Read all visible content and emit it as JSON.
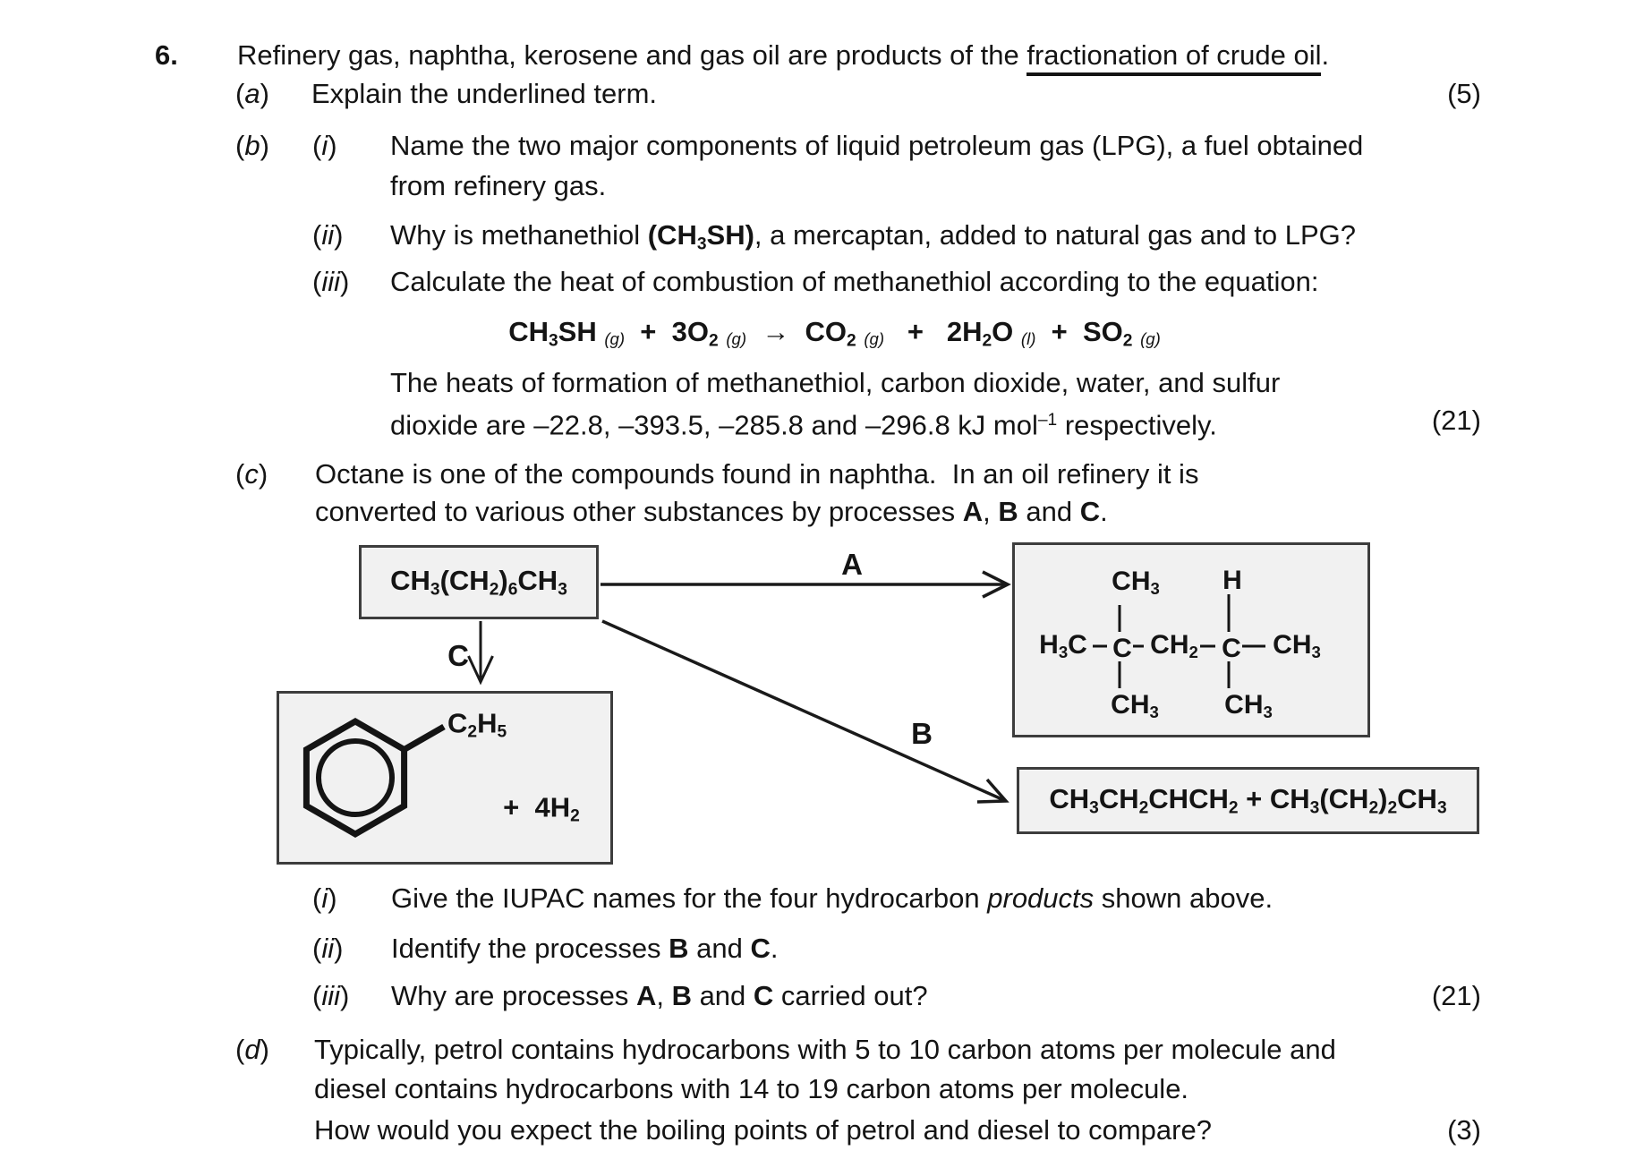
{
  "page": {
    "background": "#ffffff",
    "ink": "#141414",
    "box_fill": "#f1f1f1",
    "box_border": "#3d3d3d"
  },
  "question": {
    "number": "6.",
    "intro": [
      {
        "t": "Refinery gas, naphtha, kerosene and gas oil are products of the "
      },
      {
        "t": "fractionation of crude oil",
        "c": "u"
      },
      {
        "t": "."
      }
    ],
    "a": {
      "label": [
        {
          "t": "("
        },
        {
          "t": "a",
          "c": "i"
        },
        {
          "t": ")"
        }
      ],
      "text": [
        {
          "t": "Explain the underlined term."
        }
      ],
      "marks": "(5)"
    },
    "b": {
      "label": [
        {
          "t": "("
        },
        {
          "t": "b",
          "c": "i"
        },
        {
          "t": ")"
        }
      ],
      "i": {
        "label": [
          {
            "t": "("
          },
          {
            "t": "i",
            "c": "i"
          },
          {
            "t": ")"
          }
        ],
        "line1": [
          {
            "t": "Name the two major components of liquid petroleum gas (LPG), a fuel obtained"
          }
        ],
        "line2": [
          {
            "t": "from refinery gas."
          }
        ]
      },
      "ii": {
        "label": [
          {
            "t": "("
          },
          {
            "t": "ii",
            "c": "i"
          },
          {
            "t": ")"
          }
        ],
        "text": [
          {
            "t": "Why is methanethiol "
          },
          {
            "t": "(CH",
            "c": "b"
          },
          {
            "t": "3",
            "c": "b sub"
          },
          {
            "t": "SH)",
            "c": "b"
          },
          {
            "t": ", a mercaptan, added to natural gas and to LPG?"
          }
        ]
      },
      "iii": {
        "label": [
          {
            "t": "("
          },
          {
            "t": "iii",
            "c": "i"
          },
          {
            "t": ")"
          }
        ],
        "text": [
          {
            "t": "Calculate the heat of combustion of methanethiol according to the equation:"
          }
        ]
      },
      "equation": [
        {
          "t": "CH",
          "c": "b"
        },
        {
          "t": "3",
          "c": "b sub"
        },
        {
          "t": "SH ",
          "c": "b"
        },
        {
          "t": "(g)",
          "c": "st"
        },
        {
          "t": "  +  ",
          "c": "b"
        },
        {
          "t": "3O",
          "c": "b"
        },
        {
          "t": "2",
          "c": "b sub"
        },
        {
          "t": " "
        },
        {
          "t": "(g)",
          "c": "st"
        },
        {
          "t": "  →  ",
          "c": "b"
        },
        {
          "t": "CO",
          "c": "b"
        },
        {
          "t": "2",
          "c": "b sub"
        },
        {
          "t": " "
        },
        {
          "t": "(g)",
          "c": "st"
        },
        {
          "t": "   +   ",
          "c": "b"
        },
        {
          "t": "2H",
          "c": "b"
        },
        {
          "t": "2",
          "c": "b sub"
        },
        {
          "t": "O ",
          "c": "b"
        },
        {
          "t": "(l)",
          "c": "st"
        },
        {
          "t": "  +  ",
          "c": "b"
        },
        {
          "t": "SO",
          "c": "b"
        },
        {
          "t": "2",
          "c": "b sub"
        },
        {
          "t": " "
        },
        {
          "t": "(g)",
          "c": "st"
        }
      ],
      "heats1": [
        {
          "t": "The heats of formation of methanethiol, carbon dioxide, water, and sulfur"
        }
      ],
      "heats2": [
        {
          "t": "dioxide are –22.8, –393.5, –285.8 and –296.8 kJ mol"
        },
        {
          "t": "–1",
          "c": "sup"
        },
        {
          "t": " respectively."
        }
      ],
      "marks": "(21)"
    },
    "c": {
      "label": [
        {
          "t": "("
        },
        {
          "t": "c",
          "c": "i"
        },
        {
          "t": ")"
        }
      ],
      "line1": [
        {
          "t": "Octane is one of the compounds found in naphtha.  In an oil refinery it is"
        }
      ],
      "line2": [
        {
          "t": "converted to various other substances by processes "
        },
        {
          "t": "A",
          "c": "b"
        },
        {
          "t": ", "
        },
        {
          "t": "B",
          "c": "b"
        },
        {
          "t": " and "
        },
        {
          "t": "C",
          "c": "b"
        },
        {
          "t": "."
        }
      ],
      "i": {
        "label": [
          {
            "t": "("
          },
          {
            "t": "i",
            "c": "i"
          },
          {
            "t": ")"
          }
        ],
        "text": [
          {
            "t": "Give the IUPAC names for the four hydrocarbon "
          },
          {
            "t": "products",
            "c": "i"
          },
          {
            "t": " shown above."
          }
        ]
      },
      "ii": {
        "label": [
          {
            "t": "("
          },
          {
            "t": "ii",
            "c": "i"
          },
          {
            "t": ")"
          }
        ],
        "text": [
          {
            "t": "Identify the processes "
          },
          {
            "t": "B",
            "c": "b"
          },
          {
            "t": " and "
          },
          {
            "t": "C",
            "c": "b"
          },
          {
            "t": "."
          }
        ]
      },
      "iii": {
        "label": [
          {
            "t": "("
          },
          {
            "t": "iii",
            "c": "i"
          },
          {
            "t": ")"
          }
        ],
        "text": [
          {
            "t": "Why are processes "
          },
          {
            "t": "A",
            "c": "b"
          },
          {
            "t": ", "
          },
          {
            "t": "B",
            "c": "b"
          },
          {
            "t": " and "
          },
          {
            "t": "C",
            "c": "b"
          },
          {
            "t": " carried out?"
          }
        ],
        "marks": "(21)"
      }
    },
    "d": {
      "label": [
        {
          "t": "("
        },
        {
          "t": "d",
          "c": "i"
        },
        {
          "t": ")"
        }
      ],
      "line1": [
        {
          "t": "Typically, petrol contains hydrocarbons with 5 to 10 carbon atoms per molecule and"
        }
      ],
      "line2": [
        {
          "t": "diesel contains hydrocarbons with 14 to 19 carbon atoms per molecule."
        }
      ],
      "line3": [
        {
          "t": "How would you expect the boiling points of petrol and diesel to compare?"
        }
      ],
      "marks": "(3)"
    }
  },
  "diagram": {
    "octane_formula": [
      {
        "t": "CH"
      },
      {
        "t": "3",
        "c": "sub"
      },
      {
        "t": "(CH"
      },
      {
        "t": "2",
        "c": "sub"
      },
      {
        "t": ")"
      },
      {
        "t": "6",
        "c": "sub"
      },
      {
        "t": "CH"
      },
      {
        "t": "3",
        "c": "sub"
      }
    ],
    "processes": {
      "a": "A",
      "b": "B",
      "c": "C"
    },
    "iso_structure": {
      "h3c": [
        {
          "t": "H"
        },
        {
          "t": "3",
          "c": "sub"
        },
        {
          "t": "C"
        }
      ],
      "c": [
        {
          "t": "C"
        }
      ],
      "ch2": [
        {
          "t": "CH"
        },
        {
          "t": "2",
          "c": "sub"
        }
      ],
      "ch3": [
        {
          "t": "CH"
        },
        {
          "t": "3",
          "c": "sub"
        }
      ],
      "h": [
        {
          "t": "H"
        }
      ]
    },
    "aromatic_product": {
      "ethyl": [
        {
          "t": "C"
        },
        {
          "t": "2",
          "c": "sub"
        },
        {
          "t": "H"
        },
        {
          "t": "5",
          "c": "sub"
        }
      ],
      "plus_hydrogen": [
        {
          "t": "+  4H"
        },
        {
          "t": "2",
          "c": "sub"
        }
      ]
    },
    "b_products": [
      {
        "t": "CH"
      },
      {
        "t": "3",
        "c": "sub"
      },
      {
        "t": "CH"
      },
      {
        "t": "2",
        "c": "sub"
      },
      {
        "t": "CHCH"
      },
      {
        "t": "2",
        "c": "sub"
      },
      {
        "t": " + CH"
      },
      {
        "t": "3",
        "c": "sub"
      },
      {
        "t": "(CH"
      },
      {
        "t": "2",
        "c": "sub"
      },
      {
        "t": ")"
      },
      {
        "t": "2",
        "c": "sub"
      },
      {
        "t": "CH"
      },
      {
        "t": "3",
        "c": "sub"
      }
    ]
  }
}
